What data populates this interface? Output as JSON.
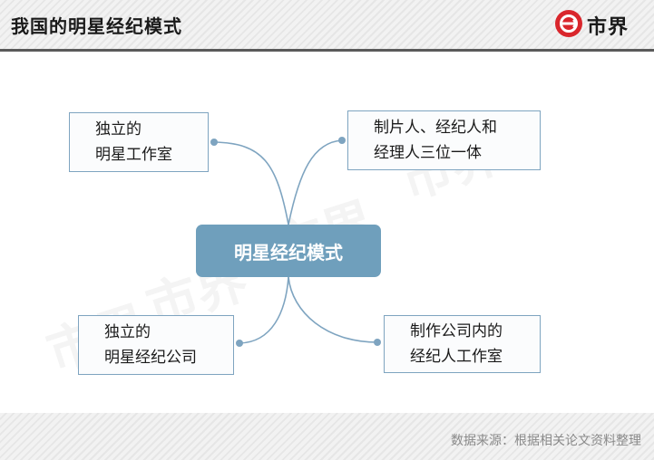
{
  "header": {
    "title": "我国的明星经纪模式",
    "logo_text": "市界"
  },
  "diagram": {
    "center": "明星经纪模式",
    "nodes": [
      {
        "line1": "独立的",
        "line2": "明星工作室"
      },
      {
        "line1": "制片人、经纪人和",
        "line2": "经理人三位一体"
      },
      {
        "line1": "独立的",
        "line2": "明星经纪公司"
      },
      {
        "line1": "制作公司内的",
        "line2": "经纪人工作室"
      }
    ],
    "link_color": "#7ea4c0",
    "center_color": "#6f9fbc"
  },
  "footer": {
    "source": "数据来源：根据相关论文资料整理"
  },
  "watermark": "市界",
  "colors": {
    "brand_red": "#d9262c",
    "header_line": "#5a5a5a"
  }
}
